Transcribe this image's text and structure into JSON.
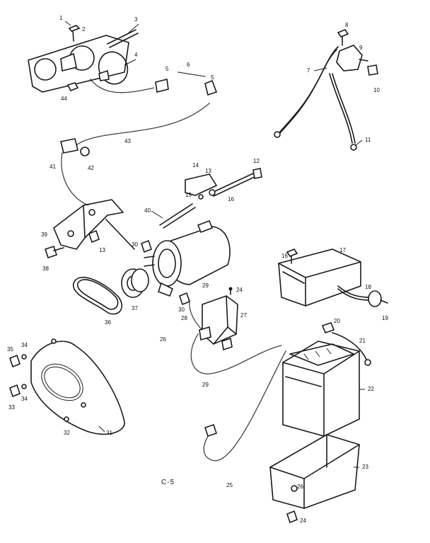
{
  "figure": {
    "code": "C-5",
    "callouts": [
      "1",
      "2",
      "3",
      "4",
      "5",
      "6",
      "5",
      "44",
      "43",
      "42",
      "41",
      "7",
      "8",
      "9",
      "10",
      "11",
      "12",
      "13",
      "14",
      "15",
      "16",
      "40",
      "39",
      "13",
      "38",
      "30",
      "29",
      "37",
      "36",
      "24",
      "30",
      "28",
      "27",
      "26",
      "29",
      "16",
      "17",
      "18",
      "19",
      "20",
      "21",
      "22",
      "23",
      "24",
      "25",
      "26",
      "35",
      "34",
      "34",
      "33",
      "31",
      "32"
    ]
  }
}
